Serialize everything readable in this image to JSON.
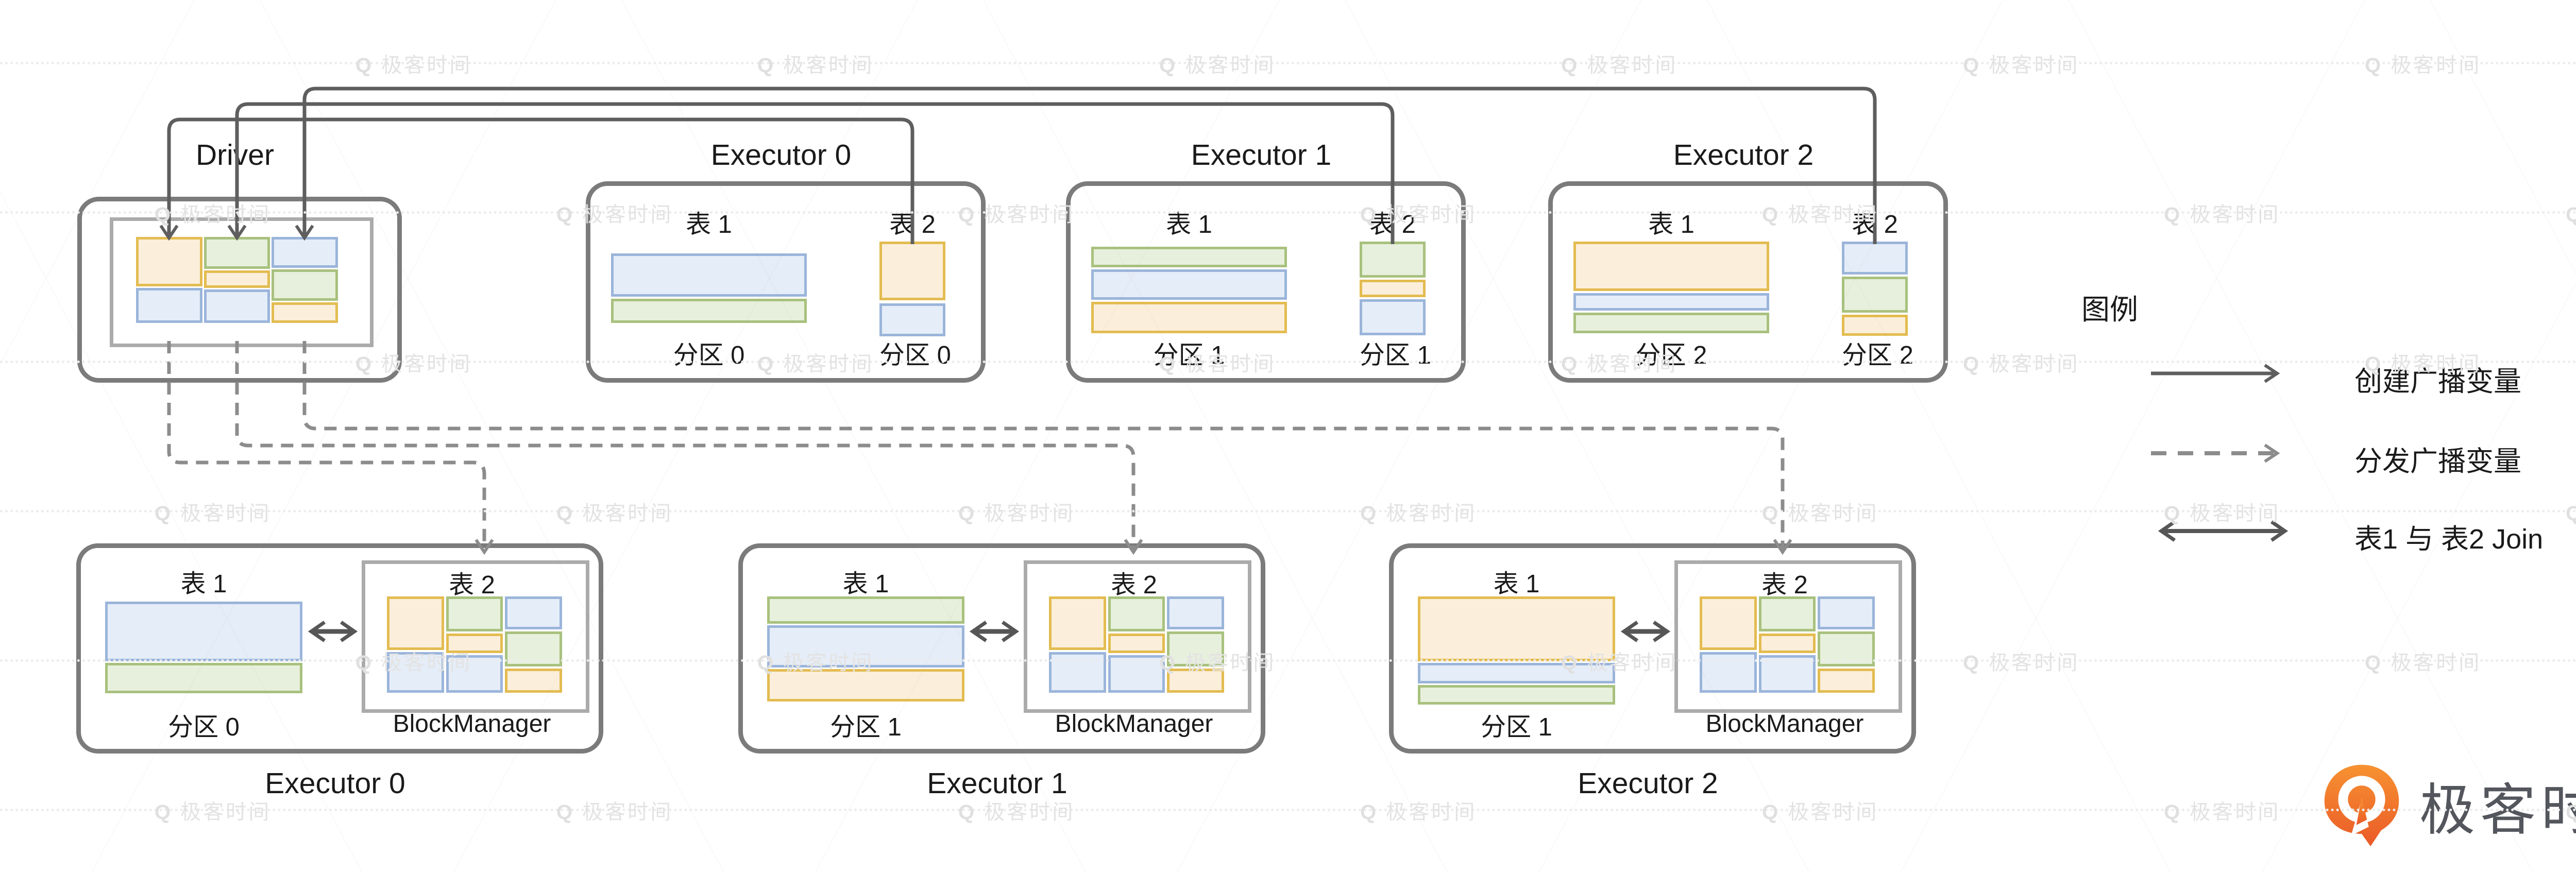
{
  "palette": {
    "orange_fill": "#FBEFDB",
    "orange_border": "#E3BC51",
    "green_fill": "#E7F0DC",
    "green_border": "#A8C17E",
    "blue_fill": "#E5EDF8",
    "blue_border": "#9BB5DA",
    "outer_box_border": "#7B7B7B",
    "inner_box_border": "#ABABAB",
    "solid_arrow": "#5E5E5E",
    "dashed_arrow": "#8C8C8C",
    "logo_orange": "#F07F2D"
  },
  "driver": {
    "title": "Driver"
  },
  "top_executors": [
    {
      "title": "Executor 0",
      "table1_label": "表 1",
      "table1_partition": "分区 0",
      "table2_label": "表 2",
      "table2_partition": "分区 0"
    },
    {
      "title": "Executor 1",
      "table1_label": "表 1",
      "table1_partition": "分区 1",
      "table2_label": "表 2",
      "table2_partition": "分区 1"
    },
    {
      "title": "Executor 2",
      "table1_label": "表 1",
      "table1_partition": "分区 2",
      "table2_label": "表 2",
      "table2_partition": "分区 2"
    }
  ],
  "bottom_executors": [
    {
      "title": "Executor 0",
      "table1_label": "表 1",
      "table1_partition": "分区 0",
      "table2_label": "表 2",
      "block_manager_label": "BlockManager"
    },
    {
      "title": "Executor 1",
      "table1_label": "表 1",
      "table1_partition": "分区 1",
      "table2_label": "表 2",
      "block_manager_label": "BlockManager"
    },
    {
      "title": "Executor 2",
      "table1_label": "表 1",
      "table1_partition": "分区 1",
      "table2_label": "表 2",
      "block_manager_label": "BlockManager"
    }
  ],
  "legend": {
    "title": "图例",
    "items": [
      {
        "style": "solid",
        "label": "创建广播变量"
      },
      {
        "style": "dashed",
        "label": "分发广播变量"
      },
      {
        "style": "double",
        "label": "表1 与 表2 Join"
      }
    ]
  },
  "logo": {
    "text": "极客时间"
  },
  "watermark": {
    "text": "极客时间",
    "rows": [
      120,
      410,
      700,
      990,
      1280,
      1570
    ],
    "period": 780
  }
}
